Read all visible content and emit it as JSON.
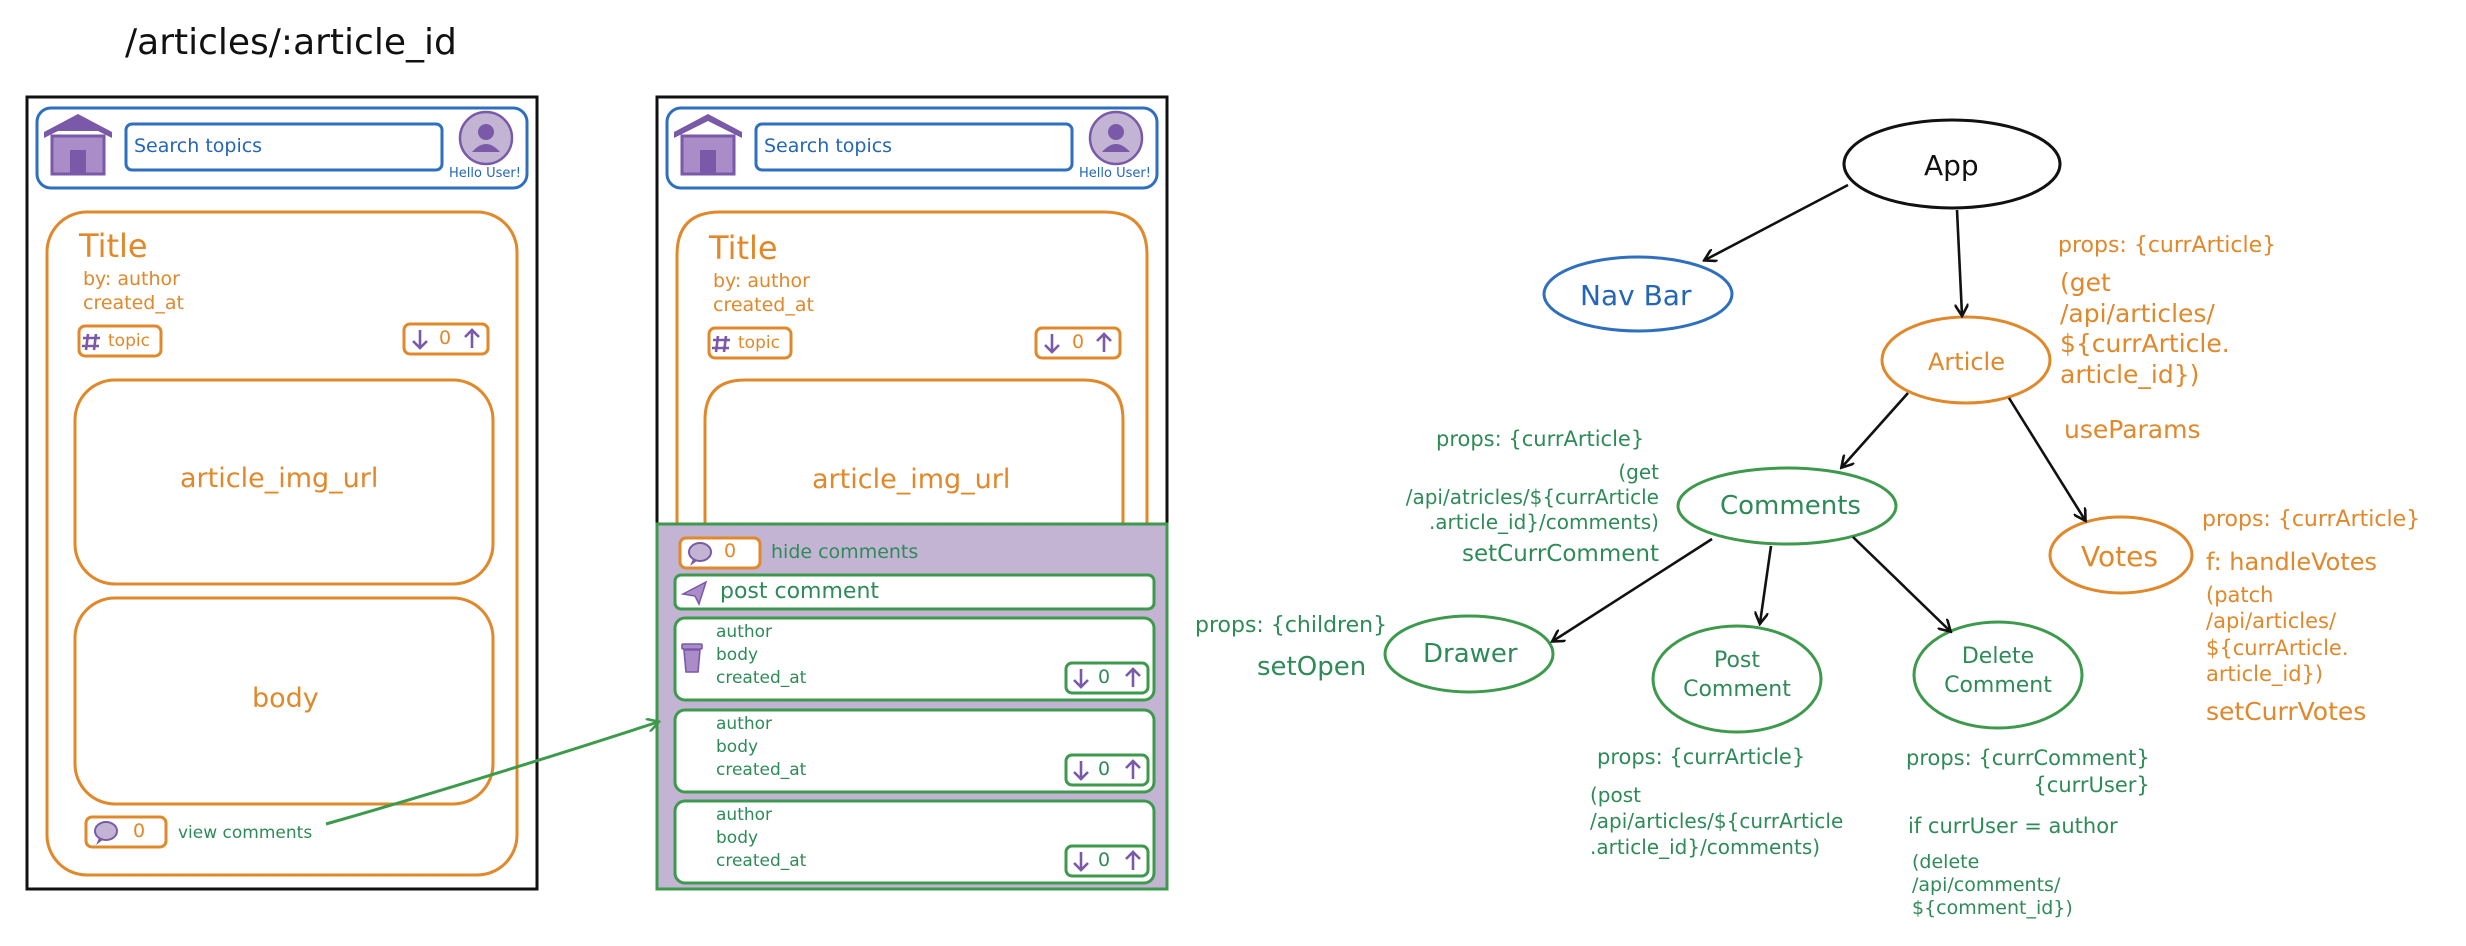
{
  "route": "/articles/:article_id",
  "colors": {
    "orange": "#e0882a",
    "green": "#3d9a4c",
    "blue": "#2f6fbf",
    "purple": "#7a5aa8",
    "drawer_bg": "#c3b4d3"
  },
  "phone_left": {
    "search_placeholder": "Search topics",
    "hello": "Hello User!",
    "title": "Title",
    "author": "by: author",
    "created_at": "created_at",
    "topic": "topic",
    "vote_count": "0",
    "img": "article_img_url",
    "body": "body",
    "comment_count": "0",
    "view_comments": "view comments",
    "icons": [
      "home-icon",
      "user-avatar-icon",
      "hash-icon",
      "arrow-down-icon",
      "arrow-up-icon",
      "comment-bubble-icon"
    ]
  },
  "phone_right": {
    "search_placeholder": "Search topics",
    "hello": "Hello User!",
    "title": "Title",
    "author": "by: author",
    "created_at": "created_at",
    "topic": "topic",
    "vote_count": "0",
    "img": "article_img_url",
    "drawer": {
      "comment_count": "0",
      "hide_comments": "hide comments",
      "post_comment": "post comment",
      "comments": [
        {
          "author": "author",
          "body": "body",
          "created_at": "created_at",
          "votes": "0"
        },
        {
          "author": "author",
          "body": "body",
          "created_at": "created_at",
          "votes": "0"
        },
        {
          "author": "author",
          "body": "body",
          "created_at": "created_at",
          "votes": "0"
        }
      ]
    }
  },
  "tree": {
    "app": "App",
    "navbar": "Nav Bar",
    "article": "Article",
    "article_props": "props: {currArticle}",
    "article_fetch": "(get\n/api/articles/\n${currArticle.\narticle_id})",
    "article_hook": "useParams",
    "comments": "Comments",
    "comments_props": "props: {currArticle}",
    "comments_fetch": "(get\n/api/atricles/${currArticle\n.article_id}/comments)",
    "comments_state": "setCurrComment",
    "votes": "Votes",
    "votes_props": "props: {currArticle}",
    "votes_fn": "f: handleVotes",
    "votes_fetch": "(patch\n/api/articles/\n${currArticle.\narticle_id})",
    "votes_state": "setCurrVotes",
    "drawer": "Drawer",
    "drawer_props": "props: {children}",
    "drawer_state": "setOpen",
    "post_comment": "Post\nComment",
    "post_props": "props: {currArticle}",
    "post_fetch": "(post\n/api/articles/${currArticle\n.article_id}/comments)",
    "delete_comment": "Delete\nComment",
    "delete_props": "props: {currComment}\n{currUser}",
    "delete_cond": "if currUser = author",
    "delete_fetch": "(delete\n/api/comments/\n${comment_id})"
  }
}
